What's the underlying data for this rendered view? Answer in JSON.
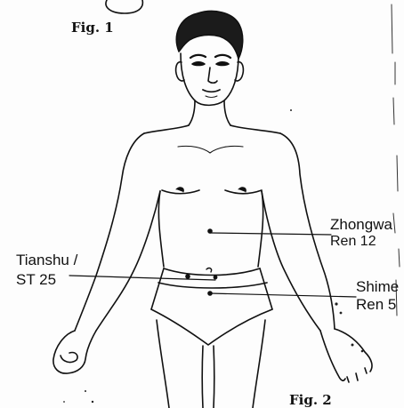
{
  "figures": {
    "fig1_caption": "Fig. 1",
    "fig2_caption": "Fig. 2"
  },
  "points": {
    "zhongwan": {
      "name": "Zhongwa",
      "code": "Ren 12"
    },
    "tianshu": {
      "name": "Tianshu /",
      "code": "ST 25"
    },
    "shimen": {
      "name": "Shime",
      "code": "Ren 5"
    }
  },
  "colors": {
    "ink": "#111111",
    "paper": "#fdfdfd"
  }
}
